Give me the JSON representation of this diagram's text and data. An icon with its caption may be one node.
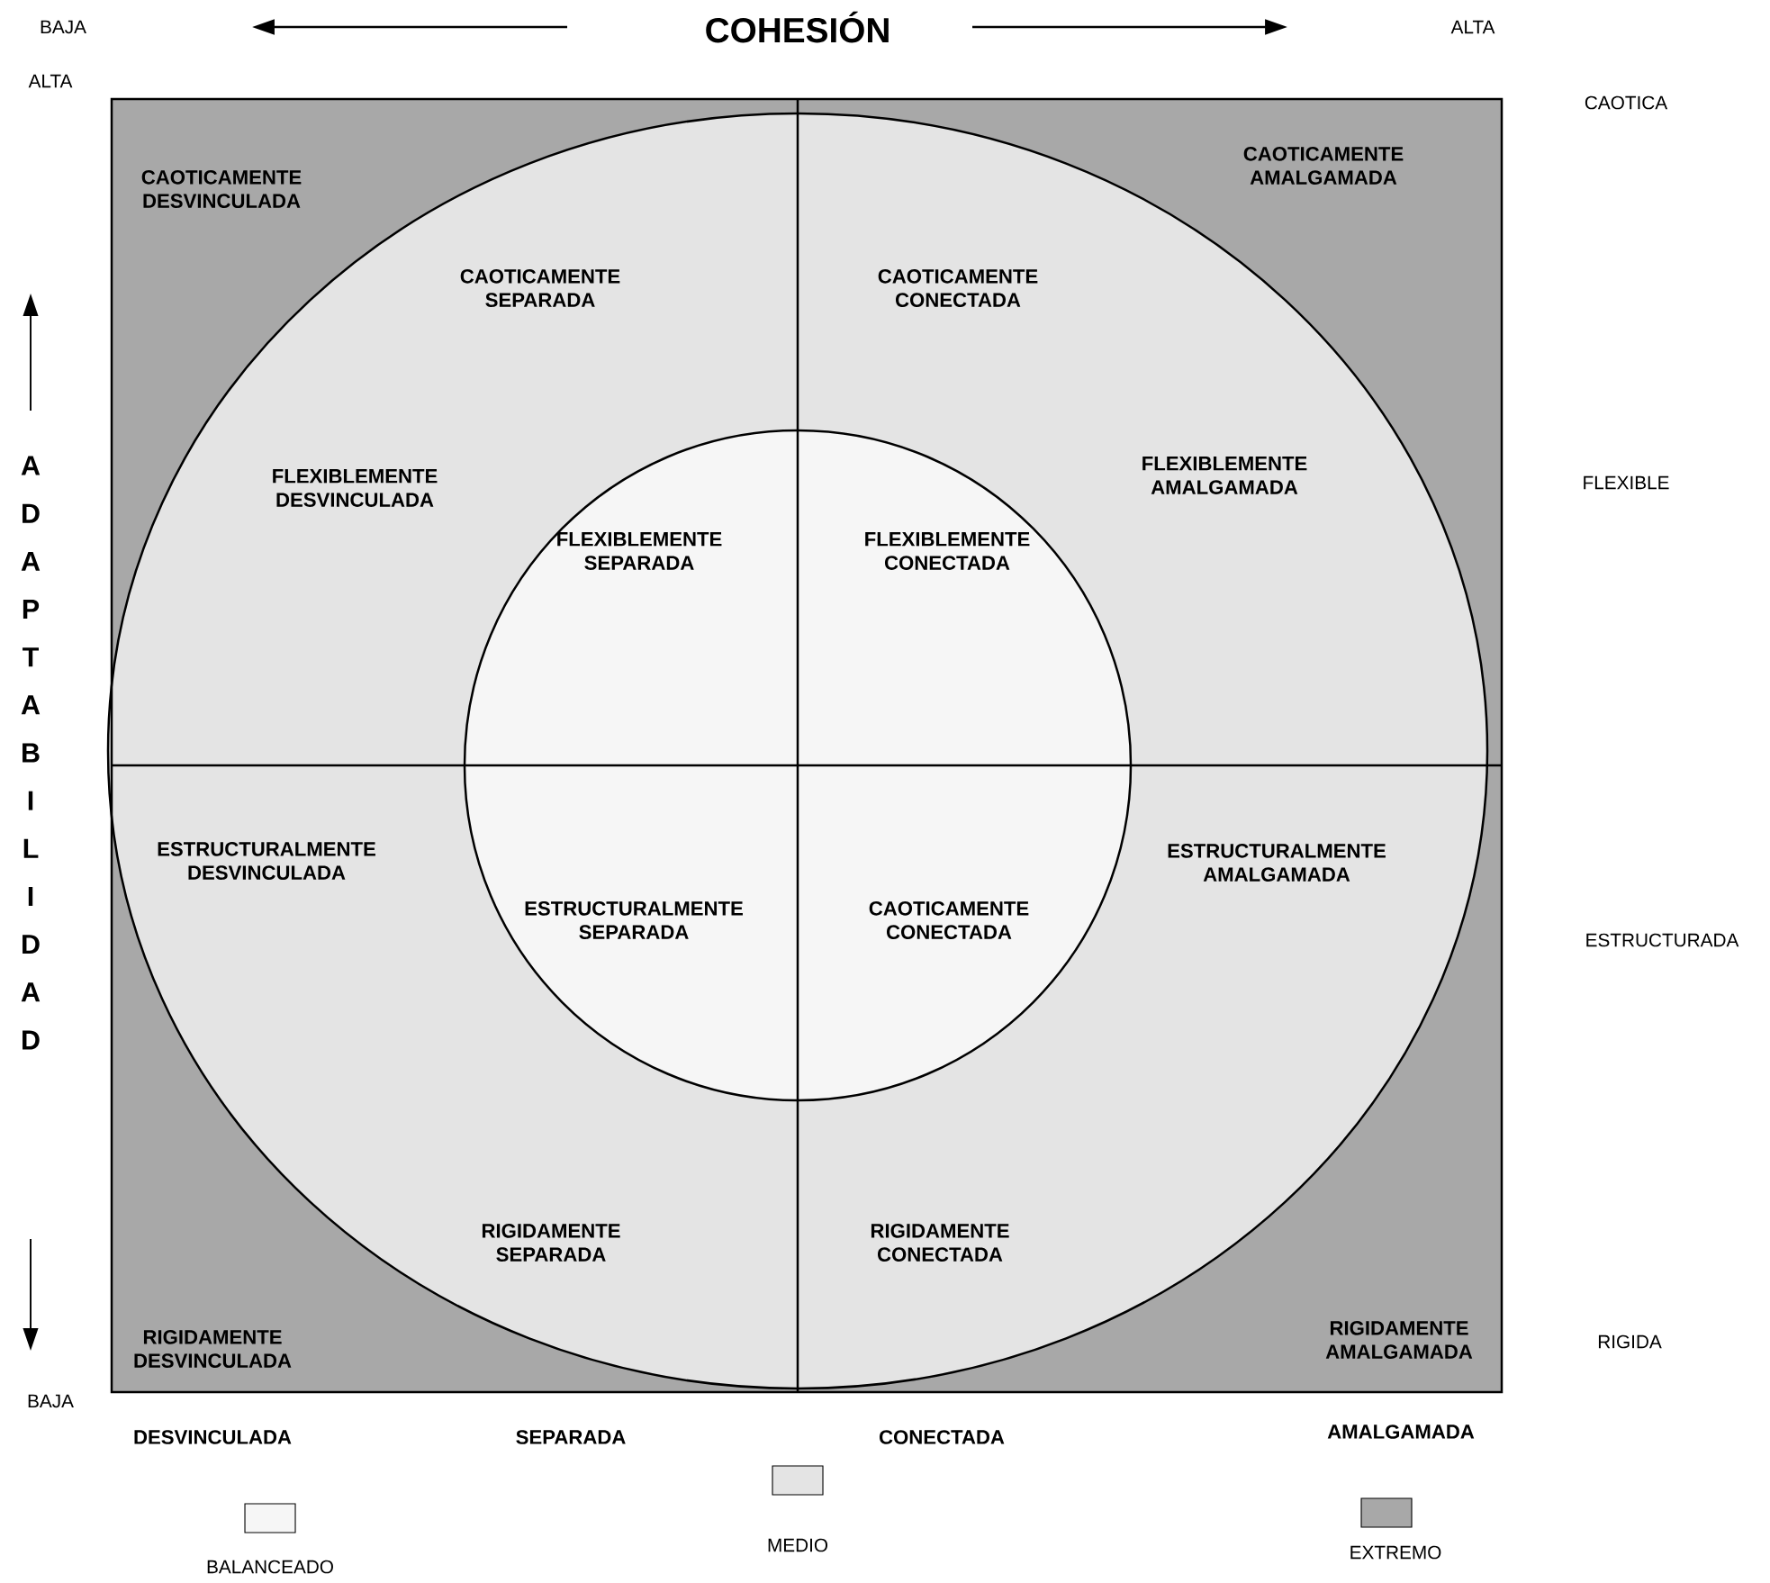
{
  "diagram": {
    "labels": [
      "BAJA",
      "COHESIÓN",
      "ALTA",
      "ALTA",
      "CAOTICAMENTE DESVINCULADA",
      "CAOTICAMENTE AMALGAMADA",
      "CAOTICA",
      "CAOTICAMENTE SEPARADA",
      "CAOTICAMENTE CONECTADA",
      "A D A P T A B I L I D A D",
      "FLEXIBLEMENTE DESVINCULADA",
      "FLEXIBLEMENTE AMALGAMADA",
      "FLEXIBLE",
      "FLEXIBLEMENTE SEPARADA",
      "FLEXIBLEMENTE CONECTADA",
      "ESTRUCTURALMENTE DESVINCULADA",
      "ESTRUCTURALMENTE AMALGAMADA",
      "ESTRUCTURALMENTE SEPARADA",
      "CAOTICAMENTE CONECTADA",
      "ESTRUCTURADA",
      "RIGIDAMENTE SEPARADA",
      "RIGIDAMENTE CONECTADA",
      "RIGIDAMENTE DESVINCULADA",
      "RIGIDAMENTE AMALGAMADA",
      "RIGIDA",
      "BAJA",
      "DESVINCULADA",
      "SEPARADA",
      "CONECTADA",
      "AMALGAMADA"
    ],
    "legend": [
      {
        "text": "BALANCEADO",
        "color": "#f6f6f6"
      },
      {
        "text": "MEDIO",
        "color": "#e4e4e4"
      },
      {
        "text": "EXTREMO",
        "color": "#a8a8a8"
      }
    ]
  }
}
